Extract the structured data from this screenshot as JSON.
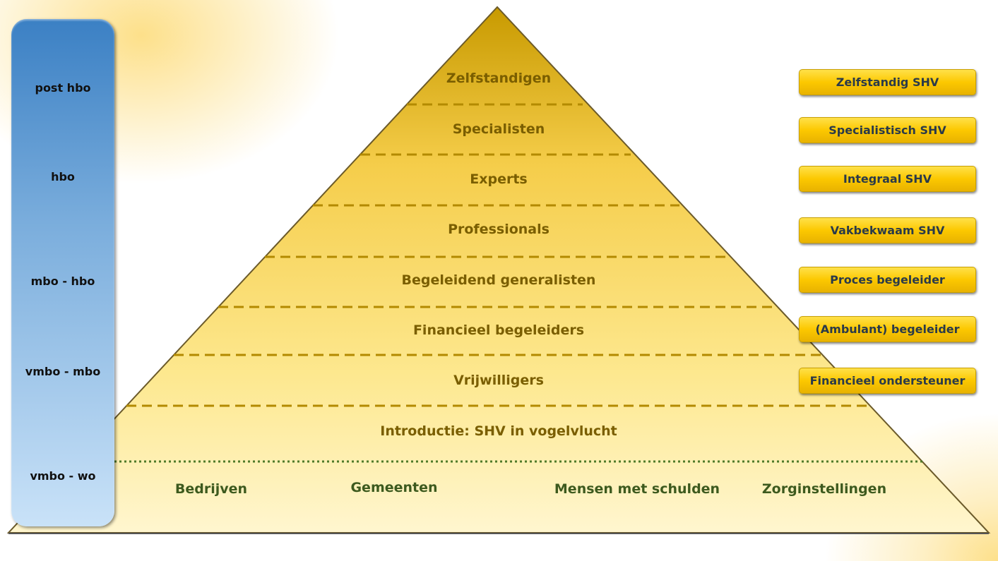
{
  "levels": [
    "post hbo",
    "hbo",
    "mbo - hbo",
    "vmbo - mbo",
    "vmbo - wo"
  ],
  "pyramid_layers": [
    "Zelfstandigen",
    "Specialisten",
    "Experts",
    "Professionals",
    "Begeleidend generalisten",
    "Financieel begeleiders",
    "Vrijwilligers",
    "Introductie: SHV in vogelvlucht"
  ],
  "base_groups": [
    "Bedrijven",
    "Gemeenten",
    "Mensen met schulden",
    "Zorginstellingen"
  ],
  "roles": [
    "Zelfstandig SHV",
    "Specialistisch SHV",
    "Integraal SHV",
    "Vakbekwaam SHV",
    "Proces begeleider",
    "(Ambulant) begeleider",
    "Financieel ondersteuner"
  ]
}
